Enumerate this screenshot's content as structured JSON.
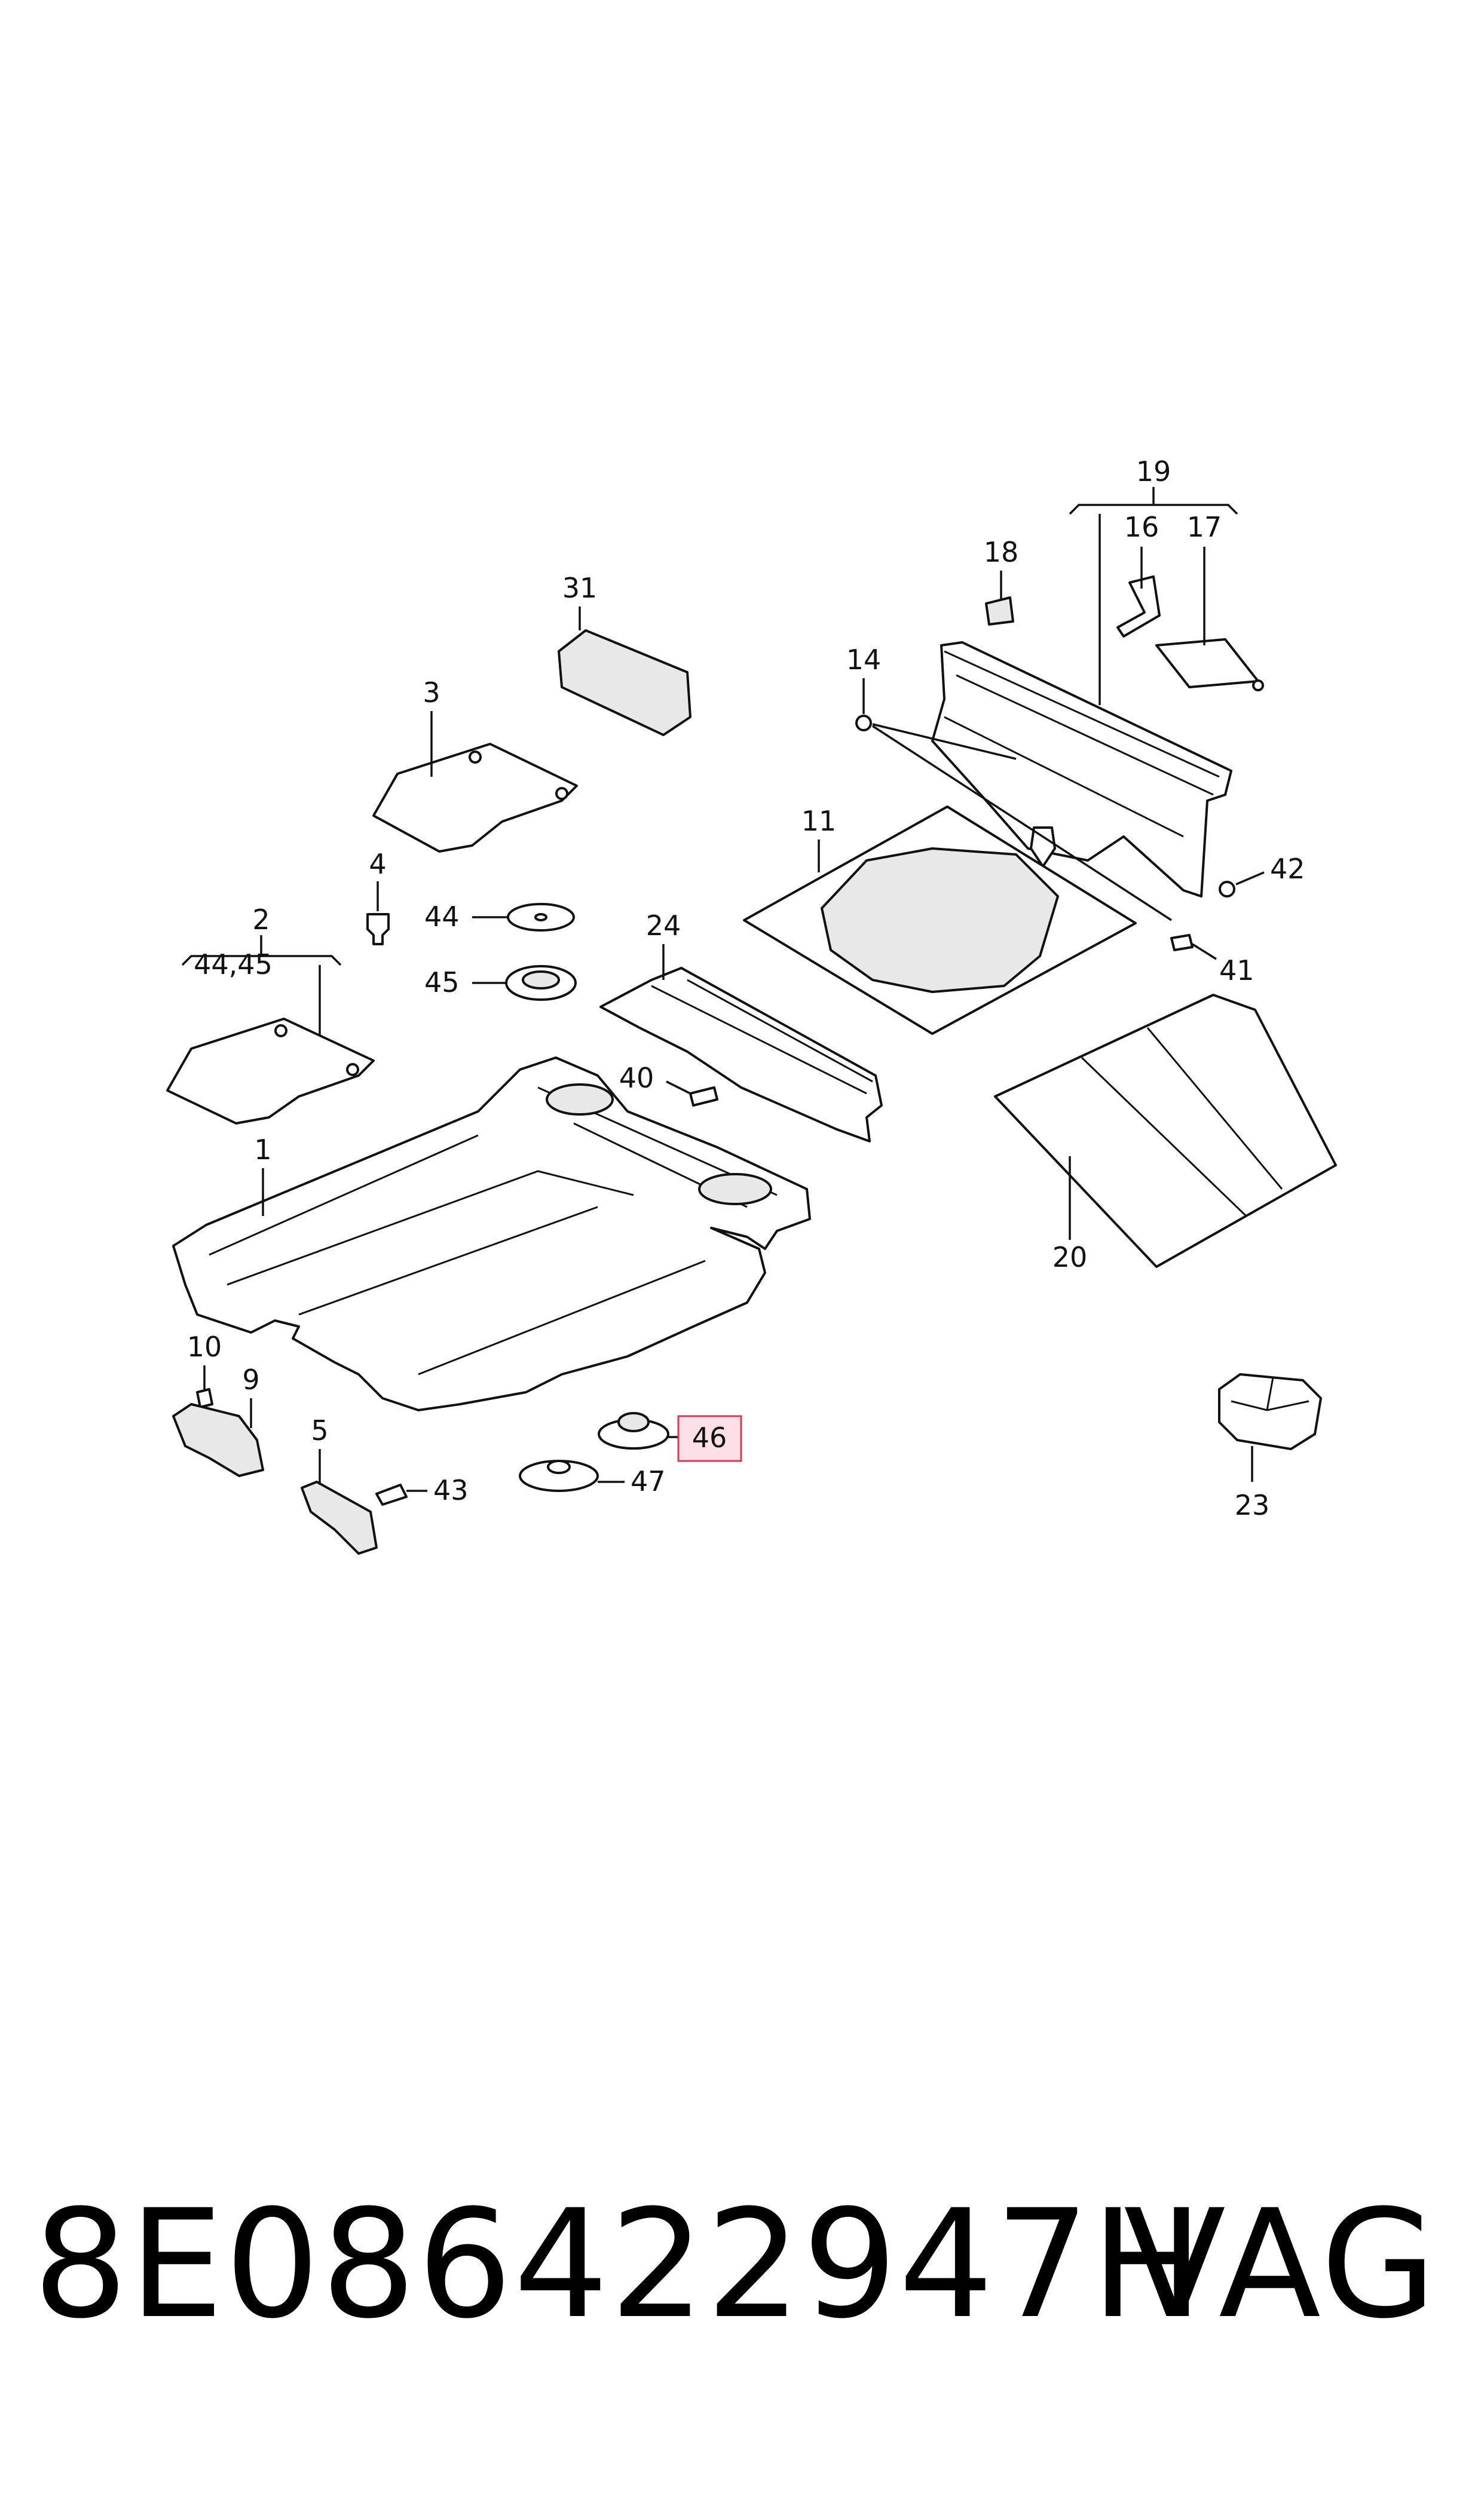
{
  "diagram": {
    "callouts": {
      "c1": "1",
      "c2": "2",
      "c2_sub": "44,45",
      "c3": "3",
      "c4": "4",
      "c5": "5",
      "c9": "9",
      "c10": "10",
      "c11": "11",
      "c14": "14",
      "c16": "16",
      "c17": "17",
      "c18": "18",
      "c19": "19",
      "c20": "20",
      "c23": "23",
      "c24": "24",
      "c31": "31",
      "c40": "40",
      "c41": "41",
      "c42": "42",
      "c43": "43",
      "c44": "44",
      "c45": "45",
      "c46": "46",
      "c47": "47"
    },
    "highlighted_callout": "46",
    "highlight_color": "#d23a55"
  },
  "footer": {
    "part_number": "8E0864229​47H",
    "brand": "VAG"
  }
}
